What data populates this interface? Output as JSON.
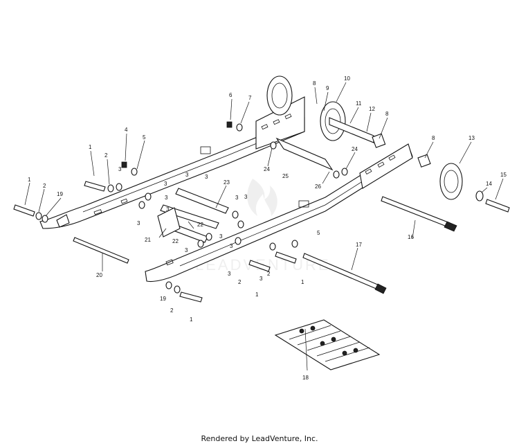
{
  "footer": {
    "text": "Rendered by LeadVenture, Inc."
  },
  "watermark": {
    "brand": "LEADVENTURE"
  },
  "callouts": [
    "1",
    "2",
    "3",
    "4",
    "5",
    "6",
    "7",
    "8",
    "9",
    "10",
    "11",
    "12",
    "13",
    "14",
    "15",
    "16",
    "17",
    "18",
    "19",
    "20",
    "21",
    "22",
    "23",
    "24",
    "25",
    "26"
  ]
}
